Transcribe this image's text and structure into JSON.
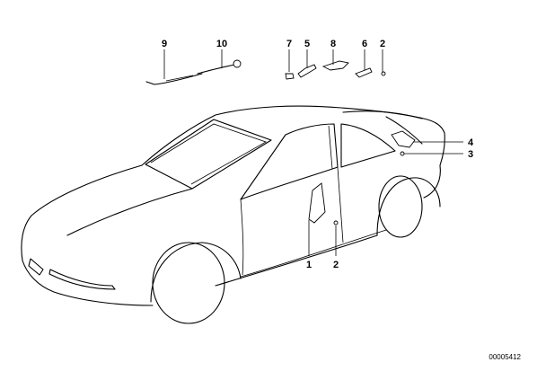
{
  "diagram": {
    "callouts": [
      {
        "id": "c9",
        "label": "9"
      },
      {
        "id": "c10",
        "label": "10"
      },
      {
        "id": "c7",
        "label": "7"
      },
      {
        "id": "c5",
        "label": "5"
      },
      {
        "id": "c8",
        "label": "8"
      },
      {
        "id": "c6",
        "label": "6"
      },
      {
        "id": "c2a",
        "label": "2"
      },
      {
        "id": "c4",
        "label": "4"
      },
      {
        "id": "c3",
        "label": "3"
      },
      {
        "id": "c1",
        "label": "1"
      },
      {
        "id": "c2b",
        "label": "2"
      }
    ],
    "drawing_number": "00005412",
    "line_color": "#000000",
    "background_color": "#ffffff"
  }
}
